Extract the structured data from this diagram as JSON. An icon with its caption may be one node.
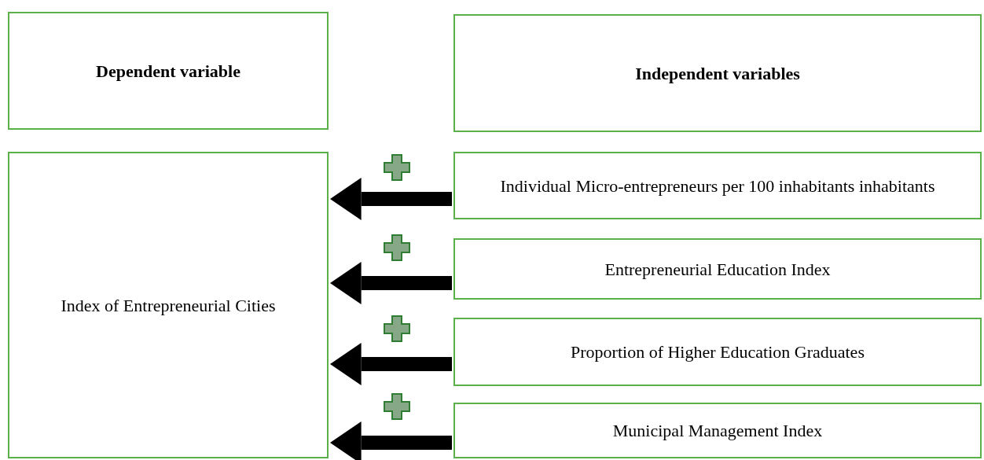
{
  "diagram": {
    "nodes": [
      {
        "text": [
          "Dependent variable"
        ]
      },
      {
        "text": [
          "Independent variables"
        ]
      },
      {
        "text": [
          "Index of Entrepreneurial Cities"
        ]
      },
      {
        "text": [
          "Individual Micro-entrepreneurs per 100 inhabitants inhabitants"
        ]
      },
      {
        "text": [
          "Entrepreneurial Education Index"
        ]
      },
      {
        "text": [
          "Proportion of Higher Education Graduates"
        ]
      },
      {
        "text": [
          "Municipal Management Index"
        ]
      }
    ],
    "edges": [
      {
        "from": 3,
        "to": 2,
        "arrow": "to"
      },
      {
        "from": 4,
        "to": 2,
        "arrow": "to"
      },
      {
        "from": 5,
        "to": 2,
        "arrow": "to"
      },
      {
        "from": 6,
        "to": 2,
        "arrow": "to"
      }
    ]
  }
}
